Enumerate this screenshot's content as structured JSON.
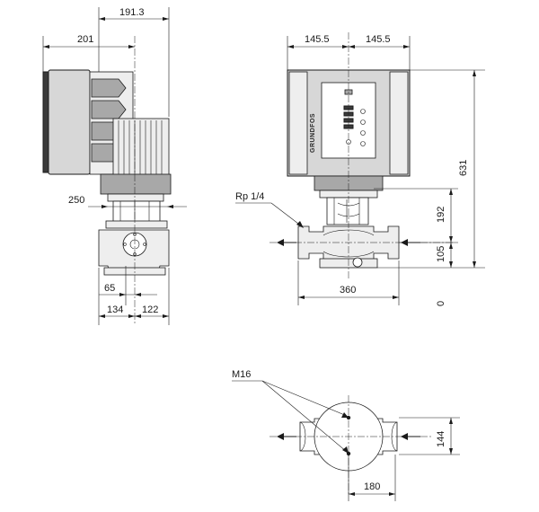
{
  "side_view": {
    "dims": {
      "d_191": "191.3",
      "d_201": "201",
      "d_250": "250",
      "d_65": "65",
      "d_134": "134",
      "d_122": "122"
    }
  },
  "front_view": {
    "brand_text": "GRUNDFOS",
    "connection_label": "Rp 1/4",
    "dims": {
      "half_left": "145.5",
      "half_right": "145.5",
      "overall_height": "631",
      "d_192": "192",
      "d_105": "105",
      "zero": "0",
      "d_360": "360"
    }
  },
  "bottom_view": {
    "thread_label": "M16",
    "dims": {
      "d_144": "144",
      "d_180": "180"
    }
  }
}
